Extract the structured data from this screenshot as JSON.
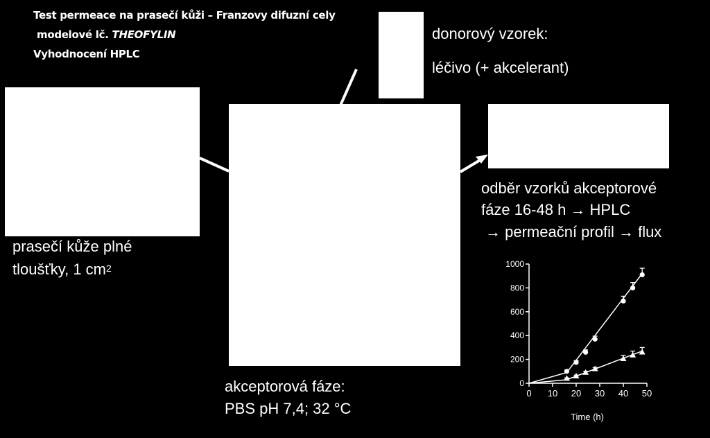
{
  "header": {
    "line1": "Test permeace na prasečí kůži – Franzovy difuzní cely",
    "line2_prefix": "modelové lč. ",
    "line2_drug": "THEOFYLIN",
    "line3": "Vyhodnocení HPLC"
  },
  "labels": {
    "donor_title": "donorový vzorek:",
    "donor_content": "léčivo (+ akcelerant)",
    "sampling_line1": "odběr vzorků akceptorové",
    "sampling_line2": "fáze 16-48 h → HPLC",
    "sampling_line3": "→ permeační profil → flux",
    "skin_line1": "prasečí kůže plné",
    "skin_line2_prefix": "tloušťky, 1 cm",
    "skin_line2_sup": "2",
    "acceptor_line1": "akceptorová fáze:",
    "acceptor_line2": "PBS pH 7,4; 32 °C"
  },
  "chart_data": {
    "type": "scatter",
    "xlabel": "Time (h)",
    "ylabel": "",
    "xlim": [
      0,
      50
    ],
    "ylim": [
      0,
      1000
    ],
    "xticks": [
      0,
      10,
      20,
      30,
      40,
      50
    ],
    "yticks": [
      0,
      200,
      400,
      600,
      800,
      1000
    ],
    "series": [
      {
        "marker": "circle",
        "x": [
          0,
          16,
          20,
          24,
          28,
          40,
          44,
          48
        ],
        "y": [
          0,
          100,
          175,
          260,
          370,
          690,
          800,
          910
        ],
        "err": [
          0,
          10,
          15,
          20,
          25,
          40,
          45,
          55
        ],
        "fit": [
          [
            0,
            0
          ],
          [
            16,
            90
          ],
          [
            48,
            920
          ]
        ]
      },
      {
        "marker": "triangle",
        "x": [
          0,
          16,
          20,
          24,
          28,
          40,
          44,
          48
        ],
        "y": [
          0,
          40,
          60,
          90,
          120,
          205,
          235,
          260
        ],
        "err": [
          0,
          5,
          8,
          10,
          12,
          30,
          35,
          40
        ],
        "fit": [
          [
            0,
            0
          ],
          [
            16,
            30
          ],
          [
            48,
            270
          ]
        ]
      }
    ]
  }
}
